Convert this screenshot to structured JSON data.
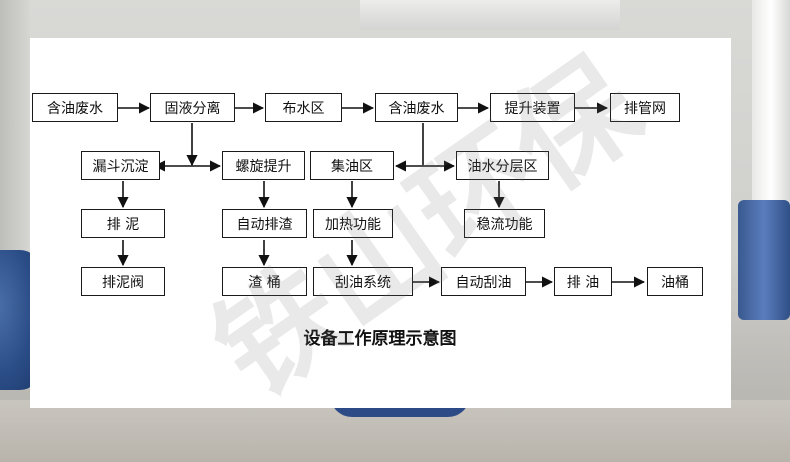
{
  "nodes": {
    "n1": "含油废水",
    "n2": "固液分离",
    "n3": "布水区",
    "n4": "含油废水",
    "n5": "提升装置",
    "n6": "排管网",
    "n7": "漏斗沉淀",
    "n8": "螺旋提升",
    "n9": "集油区",
    "n10": "油水分层区",
    "n11": "排  泥",
    "n12": "自动排渣",
    "n13": "加热功能",
    "n14": "稳流功能",
    "n15": "排泥阀",
    "n16": "渣  桶",
    "n17": "刮油系统",
    "n18": "自动刮油",
    "n19": "排  油",
    "n20": "油桶"
  },
  "title": "设备工作原理示意图",
  "watermark": "铁山环保",
  "colors": {
    "panel": "#ffffff",
    "box_border": "#1a1a1a",
    "arrow": "#111111"
  }
}
